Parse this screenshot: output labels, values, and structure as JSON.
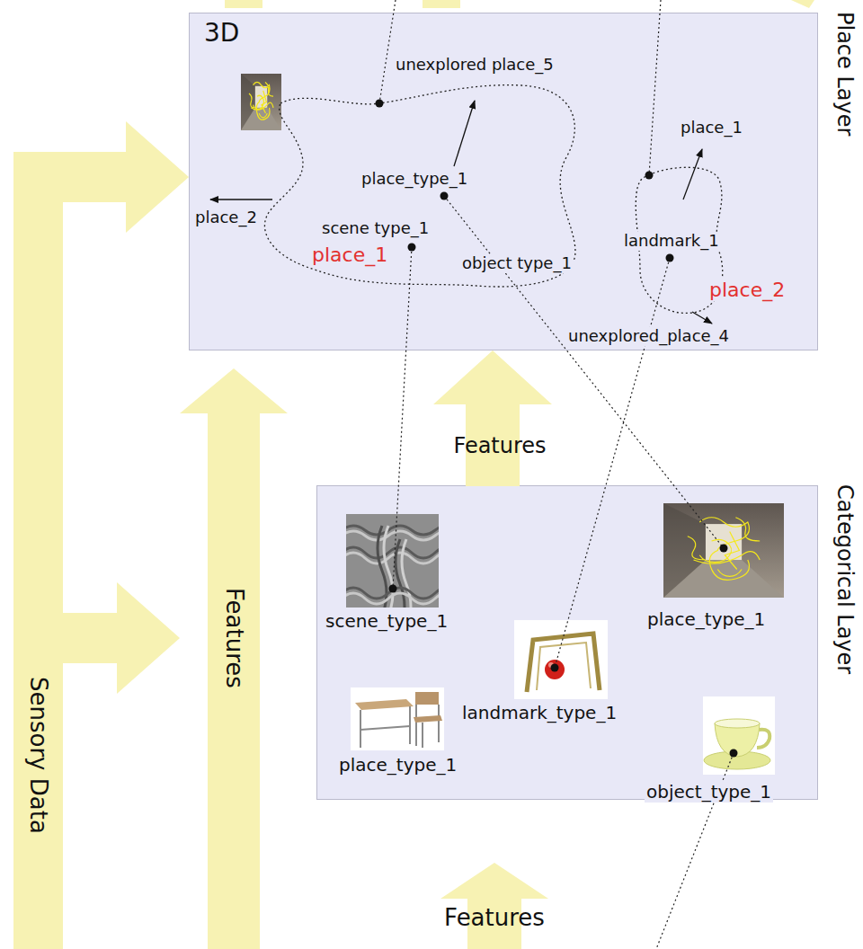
{
  "diagram": {
    "nodes": [
      {
        "text": [
          "3D",
          "Place Layer"
        ]
      },
      {
        "text": [
          "Categorical Layer"
        ]
      },
      {
        "text": [
          "Sensory Data"
        ]
      },
      {
        "text": [
          "Features"
        ]
      },
      {
        "text": [
          "Features"
        ]
      }
    ],
    "edges": [
      {
        "from": 2,
        "to": 0,
        "arrow": "to"
      },
      {
        "from": 2,
        "to": 3,
        "arrow": "to"
      },
      {
        "from": 1,
        "to": 0,
        "arrow": "to",
        "label": "Features"
      }
    ],
    "labels": [
      "unexplored place_5",
      "place_2",
      "place_type_1",
      "scene type_1",
      "place_1",
      "object type_1",
      "place_1",
      "landmark_1",
      "place_2",
      "unexplored_place_4",
      "scene_type_1",
      "place_type_1",
      "landmark_type_1",
      "place_type_1",
      "object_type_1"
    ]
  }
}
